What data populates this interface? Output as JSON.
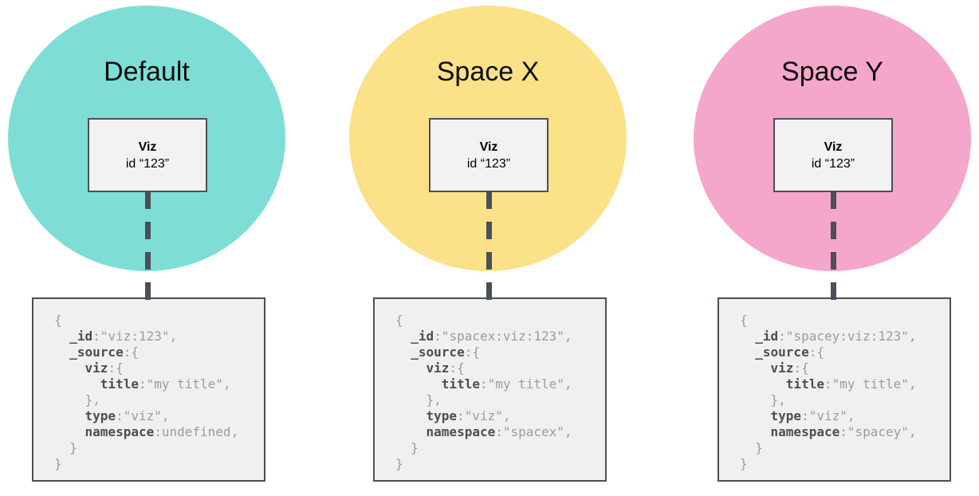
{
  "colors": {
    "connector": "#4A4F59",
    "box_border": "#4A4F59",
    "viz_box_bg": "#F2F2F2",
    "code_box_bg": "#F0F0F0",
    "code_key": "#4E4E4E",
    "code_plain": "#9C9C9C",
    "default_circle": "#7EDED6",
    "space_x_circle": "#FBE187",
    "space_y_circle": "#F5A6CB"
  },
  "panels": [
    {
      "space_label": "Default",
      "circle_color": "#7EDED6",
      "viz": {
        "name": "Viz",
        "id_line": "id “123”"
      },
      "code_lines": [
        [
          {
            "t": "p",
            "s": "{"
          }
        ],
        [
          {
            "t": "p",
            "s": "  "
          },
          {
            "t": "k",
            "s": "_id"
          },
          {
            "t": "p",
            "s": ":\"viz:123\","
          }
        ],
        [
          {
            "t": "p",
            "s": "  "
          },
          {
            "t": "k",
            "s": "_source"
          },
          {
            "t": "p",
            "s": ":{"
          }
        ],
        [
          {
            "t": "p",
            "s": "    "
          },
          {
            "t": "k",
            "s": "viz"
          },
          {
            "t": "p",
            "s": ":{"
          }
        ],
        [
          {
            "t": "p",
            "s": "      "
          },
          {
            "t": "k",
            "s": "title"
          },
          {
            "t": "p",
            "s": ":\"my title\","
          }
        ],
        [
          {
            "t": "p",
            "s": "    },"
          }
        ],
        [
          {
            "t": "p",
            "s": "    "
          },
          {
            "t": "k",
            "s": "type"
          },
          {
            "t": "p",
            "s": ":\"viz\","
          }
        ],
        [
          {
            "t": "p",
            "s": "    "
          },
          {
            "t": "k",
            "s": "namespace"
          },
          {
            "t": "p",
            "s": ":undefined,"
          }
        ],
        [
          {
            "t": "p",
            "s": "  }"
          }
        ],
        [
          {
            "t": "p",
            "s": "}"
          }
        ]
      ]
    },
    {
      "space_label": "Space X",
      "circle_color": "#FBE187",
      "viz": {
        "name": "Viz",
        "id_line": "id “123”"
      },
      "code_lines": [
        [
          {
            "t": "p",
            "s": "{"
          }
        ],
        [
          {
            "t": "p",
            "s": "  "
          },
          {
            "t": "k",
            "s": "_id"
          },
          {
            "t": "p",
            "s": ":\"spacex:viz:123\","
          }
        ],
        [
          {
            "t": "p",
            "s": "  "
          },
          {
            "t": "k",
            "s": "_source"
          },
          {
            "t": "p",
            "s": ":{"
          }
        ],
        [
          {
            "t": "p",
            "s": "    "
          },
          {
            "t": "k",
            "s": "viz"
          },
          {
            "t": "p",
            "s": ":{"
          }
        ],
        [
          {
            "t": "p",
            "s": "      "
          },
          {
            "t": "k",
            "s": "title"
          },
          {
            "t": "p",
            "s": ":\"my title\","
          }
        ],
        [
          {
            "t": "p",
            "s": "    },"
          }
        ],
        [
          {
            "t": "p",
            "s": "    "
          },
          {
            "t": "k",
            "s": "type"
          },
          {
            "t": "p",
            "s": ":\"viz\","
          }
        ],
        [
          {
            "t": "p",
            "s": "    "
          },
          {
            "t": "k",
            "s": "namespace"
          },
          {
            "t": "p",
            "s": ":\"spacex\","
          }
        ],
        [
          {
            "t": "p",
            "s": "  }"
          }
        ],
        [
          {
            "t": "p",
            "s": "}"
          }
        ]
      ]
    },
    {
      "space_label": "Space Y",
      "circle_color": "#F5A6CB",
      "viz": {
        "name": "Viz",
        "id_line": "id “123”"
      },
      "code_lines": [
        [
          {
            "t": "p",
            "s": "{"
          }
        ],
        [
          {
            "t": "p",
            "s": "  "
          },
          {
            "t": "k",
            "s": "_id"
          },
          {
            "t": "p",
            "s": ":\"spacey:viz:123\","
          }
        ],
        [
          {
            "t": "p",
            "s": "  "
          },
          {
            "t": "k",
            "s": "_source"
          },
          {
            "t": "p",
            "s": ":{"
          }
        ],
        [
          {
            "t": "p",
            "s": "    "
          },
          {
            "t": "k",
            "s": "viz"
          },
          {
            "t": "p",
            "s": ":{"
          }
        ],
        [
          {
            "t": "p",
            "s": "      "
          },
          {
            "t": "k",
            "s": "title"
          },
          {
            "t": "p",
            "s": ":\"my title\","
          }
        ],
        [
          {
            "t": "p",
            "s": "    },"
          }
        ],
        [
          {
            "t": "p",
            "s": "    "
          },
          {
            "t": "k",
            "s": "type"
          },
          {
            "t": "p",
            "s": ":\"viz\","
          }
        ],
        [
          {
            "t": "p",
            "s": "    "
          },
          {
            "t": "k",
            "s": "namespace"
          },
          {
            "t": "p",
            "s": ":\"spacey\","
          }
        ],
        [
          {
            "t": "p",
            "s": "  }"
          }
        ],
        [
          {
            "t": "p",
            "s": "}"
          }
        ]
      ]
    }
  ]
}
